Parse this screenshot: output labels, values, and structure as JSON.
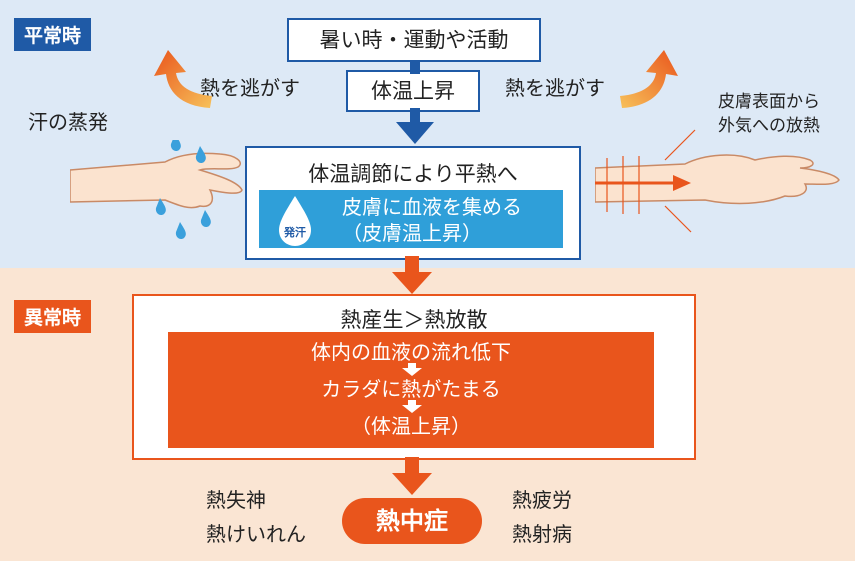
{
  "normal": {
    "tag": "平常時",
    "cause": "暑い時・運動や活動",
    "temp_rise": "体温上昇",
    "release_left": "熱を逃がす",
    "release_right": "熱を逃がす",
    "sweat_label": "汗の蒸発",
    "skin_label_1": "皮膚表面から",
    "skin_label_2": "外気への放熱",
    "regulation_title": "体温調節により平熱へ",
    "sweat_icon_label": "発汗",
    "blood_line_1": "皮膚に血液を集める",
    "blood_line_2": "（皮膚温上昇）"
  },
  "abnormal": {
    "tag": "異常時",
    "balance": "熱産生＞熱放散",
    "line_1": "体内の血液の流れ低下",
    "line_2": "カラダに熱がたまる",
    "line_3": "（体温上昇）",
    "result": "熱中症",
    "left_1": "熱失神",
    "left_2": "熱けいれん",
    "right_1": "熱疲労",
    "right_2": "熱射病"
  },
  "colors": {
    "blue": "#1f5aa6",
    "orange": "#e9551c",
    "light_blue": "#2f9fd9"
  }
}
